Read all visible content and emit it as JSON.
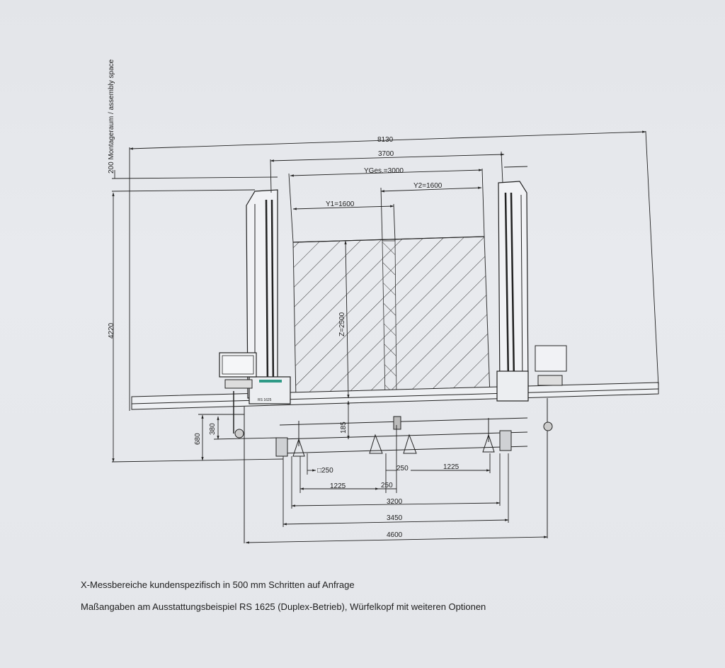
{
  "drawing": {
    "labels": {
      "assembly_space": "200 Montageraum / assembly space",
      "total_width": "8130",
      "portal_width": "3700",
      "y_total": "YGes.=3000",
      "y2": "Y2=1600",
      "y1": "Y1=1600",
      "z": "Z=2500",
      "height_total": "4220",
      "height_680": "680",
      "height_380": "380",
      "height_185": "185",
      "sq_250": "□250",
      "dim_250_a": "250",
      "dim_250_b": "250",
      "dim_1225_a": "1225",
      "dim_1225_b": "1225",
      "dim_3200": "3200",
      "dim_3450": "3450",
      "dim_4600": "4600",
      "model_tag": "RS 1625"
    }
  },
  "captions": {
    "line1": "X-Messbereiche kundenspezifisch in 500 mm Schritten auf Anfrage",
    "line2": "Maßangaben am Ausstattungsbeispiel RS 1625 (Duplex-Betrieb), Würfelkopf mit weiteren Optionen"
  },
  "colors": {
    "paper": "#e6e8ec",
    "ink": "#222222",
    "accent_teal": "#2f9a86"
  }
}
